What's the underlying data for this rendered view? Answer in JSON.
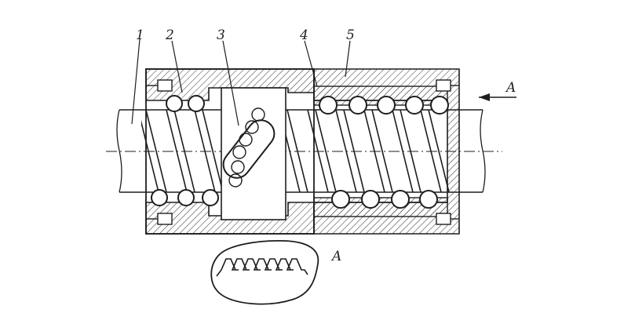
{
  "labels": {
    "callout_1": "1",
    "callout_2": "2",
    "callout_3": "3",
    "callout_4": "4",
    "callout_5": "5",
    "view_arrow": "A",
    "section_view": "A"
  },
  "colors": {
    "ink": "#1e1e1e",
    "paper": "#ffffff"
  },
  "icons": {
    "view_direction": "arrow-left-icon"
  }
}
